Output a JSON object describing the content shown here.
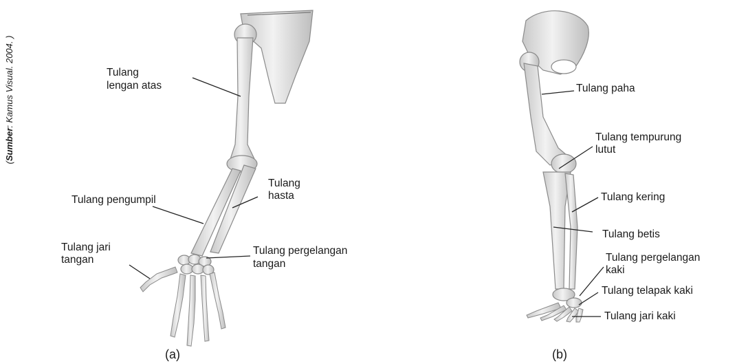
{
  "source": {
    "prefix": "Sumber",
    "text": ": Kamus Visual. 2004. )",
    "open": "("
  },
  "arm": {
    "caption": "(a)",
    "labels": {
      "upper_arm_1": "Tulang",
      "upper_arm_2": "lengan atas",
      "ulna_1": "Tulang",
      "ulna_2": "hasta",
      "radius": "Tulang pengumpil",
      "fingers_1": "Tulang jari",
      "fingers_2": "tangan",
      "wrist_1": "Tulang pergelangan",
      "wrist_2": "tangan"
    }
  },
  "leg": {
    "caption": "(b)",
    "labels": {
      "thigh": "Tulang paha",
      "kneecap_1": "Tulang tempurung",
      "kneecap_2": "lutut",
      "fibula": "Tulang kering",
      "tibia": "Tulang betis",
      "ankle_1": "Tulang pergelangan",
      "ankle_2": "kaki",
      "sole": "Tulang telapak kaki",
      "toes": "Tulang jari kaki"
    }
  },
  "colors": {
    "bone_fill": "#e6e6e6",
    "bone_shade": "#b9b9b9",
    "bone_stroke": "#8a8a8a",
    "leader": "#222222"
  }
}
